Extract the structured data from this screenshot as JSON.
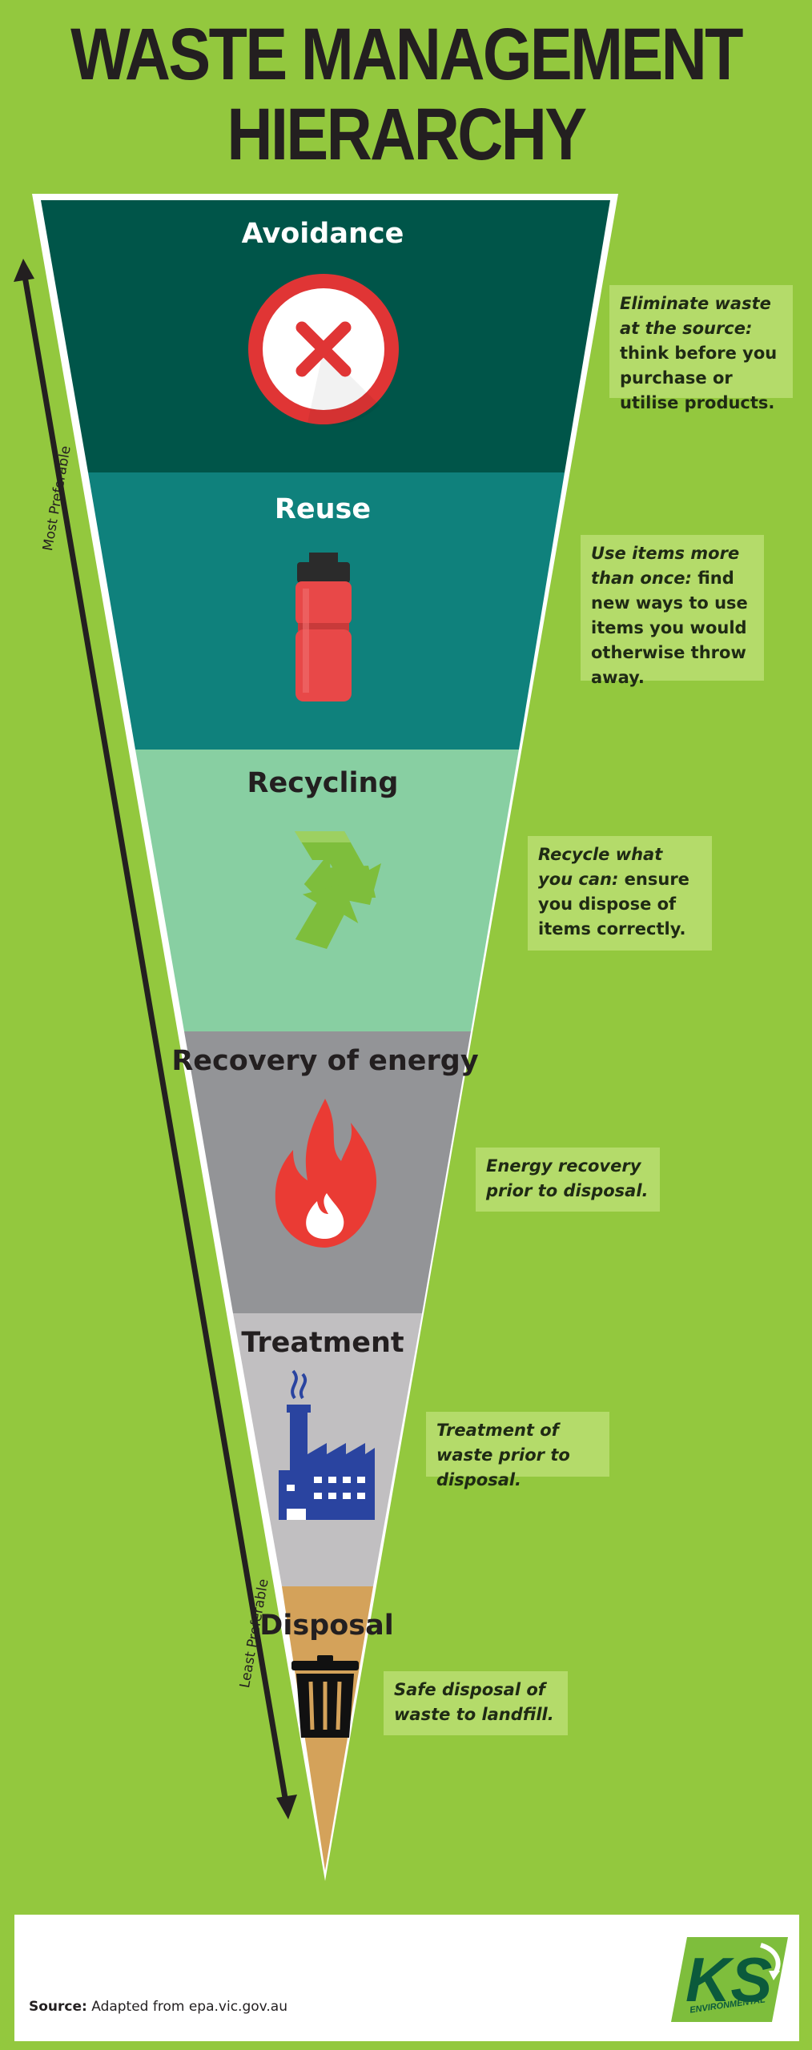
{
  "title": {
    "line1": "WASTE MANAGEMENT",
    "line2": "HIERARCHY"
  },
  "axis": {
    "top_label": "Most Preferable",
    "bottom_label": "Least Preferable"
  },
  "levels": [
    {
      "name": "Avoidance",
      "color": "#005549",
      "icon": "cancel-x-icon",
      "desc_lead": "Eliminate waste at the source:",
      "desc_rest": " think before you purchase or utilise products."
    },
    {
      "name": "Reuse",
      "color": "#0f817c",
      "icon": "water-bottle-icon",
      "desc_lead": "Use items more than once:",
      "desc_rest": " find new ways to use items you would otherwise throw away."
    },
    {
      "name": "Recycling",
      "color": "#88cfa2",
      "icon": "recycle-icon",
      "desc_lead": "Recycle what you can:",
      "desc_rest": " ensure you dispose of items correctly."
    },
    {
      "name": "Recovery of energy",
      "color": "#939497",
      "icon": "flame-icon",
      "desc_lead": "Energy recovery prior to disposal.",
      "desc_rest": ""
    },
    {
      "name": "Treatment",
      "color": "#c1bfc1",
      "icon": "factory-icon",
      "desc_lead": "Treatment of waste prior to disposal.",
      "desc_rest": ""
    },
    {
      "name": "Disposal",
      "color": "#d4a25a",
      "icon": "trash-bin-icon",
      "desc_lead": "Safe disposal of waste to landfill.",
      "desc_rest": ""
    }
  ],
  "footer": {
    "source_label": "Source:",
    "source_text": " Adapted from epa.vic.gov.au",
    "logo_letters": "KS",
    "logo_subtext": "ENVIRONMENTAL"
  },
  "colors": {
    "background": "#93c83e",
    "box": "#b4db6a",
    "logo_green": "#0b5a3c"
  }
}
